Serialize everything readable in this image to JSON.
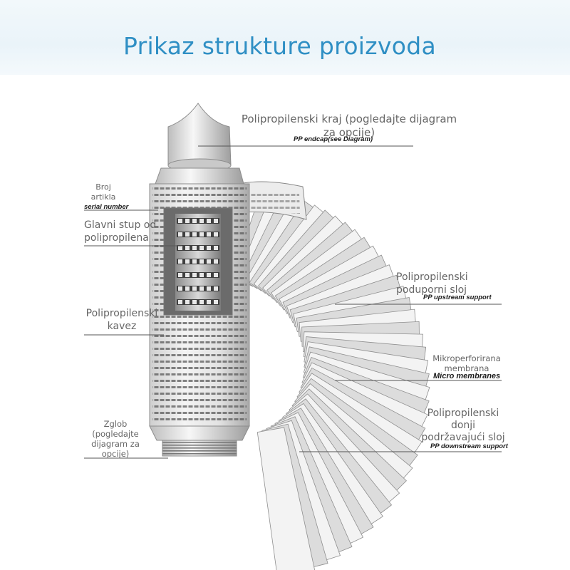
{
  "title": "Prikaz strukture proizvoda",
  "labels": {
    "endcap_sr": "Polipropilenski kraj (pogledajte dijagram za opcije)",
    "endcap_en": "PP endcap(see Diagram)",
    "serial_sr": "Broj artikla",
    "serial_en": "serial number",
    "core_sr": "Glavni stup od polipropilena",
    "cage_sr": "Polipropilenski kavez",
    "upstream_sr": "Polipropilenski poduporni sloj",
    "upstream_en": "PP upstream support",
    "membrane_sr": "Mikroperforirana membrana",
    "membrane_en": "Micro membranes",
    "downstream_sr": "Polipropilenski donji podržavajući sloj",
    "downstream_en": "PP downstream support",
    "adapter_sr": "Zglob (pogledajte dijagram za opcije)"
  },
  "colors": {
    "title": "#2f8fc4",
    "header_bg": "#eaf4f9",
    "line": "#555555"
  }
}
